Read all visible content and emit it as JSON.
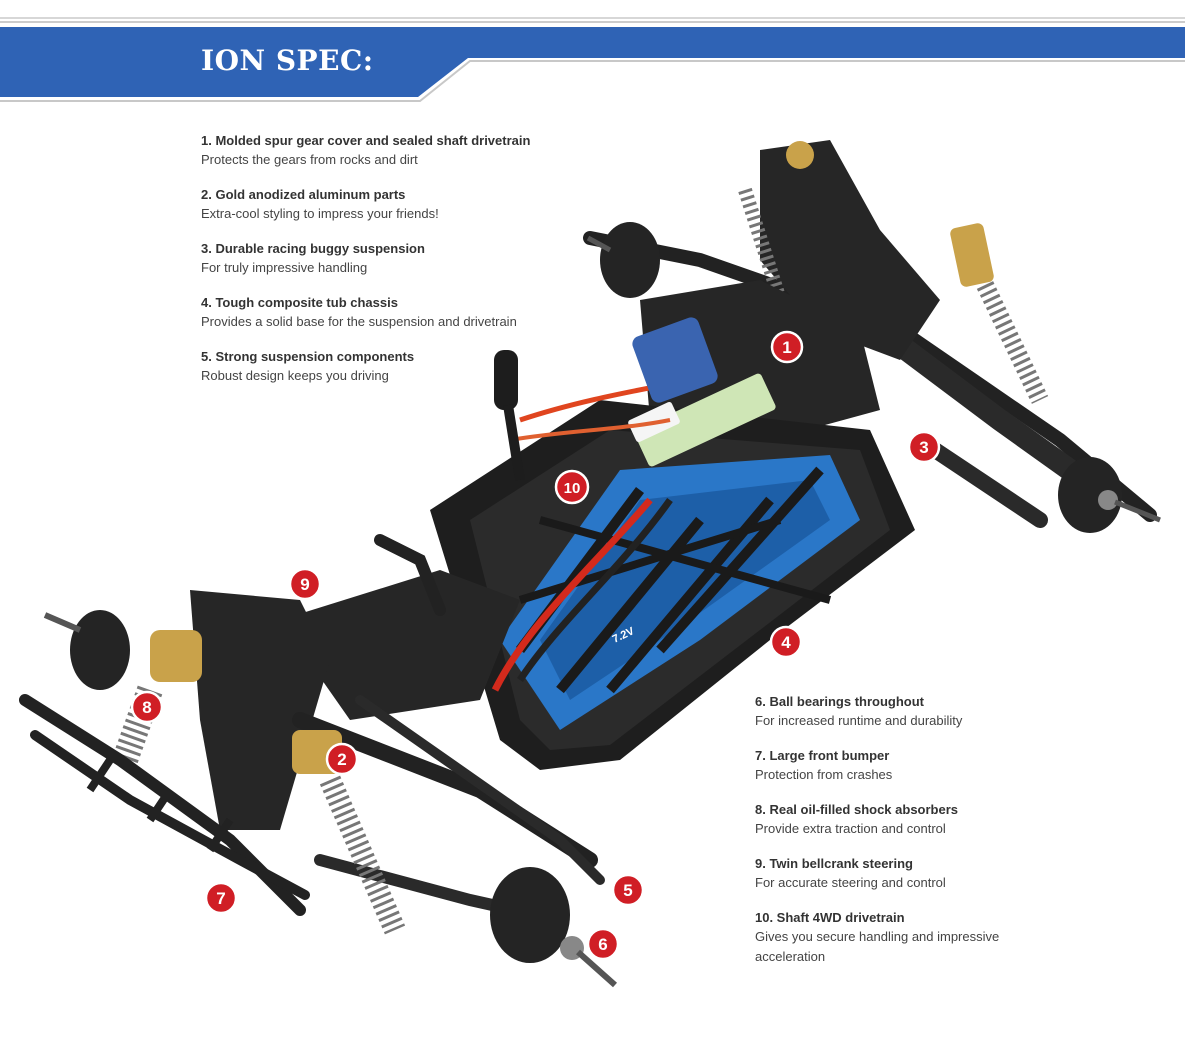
{
  "header": {
    "title": "ION SPEC:"
  },
  "colors": {
    "banner_blue": "#2f63b5",
    "callout_red": "#d01e25",
    "chassis": "#1e1e1e",
    "battery_blue": "#2a77c8",
    "gold": "#c9a24a"
  },
  "specs_left": [
    {
      "title": "1. Molded spur gear cover and sealed shaft drivetrain",
      "desc": "Protects the gears from rocks and dirt"
    },
    {
      "title": "2. Gold anodized aluminum parts",
      "desc": "Extra-cool styling to impress your friends!"
    },
    {
      "title": "3. Durable racing buggy suspension",
      "desc": "For truly impressive handling"
    },
    {
      "title": "4. Tough composite tub chassis",
      "desc": "Provides a solid base for the suspension and drivetrain"
    },
    {
      "title": "5. Strong suspension components",
      "desc": "Robust design keeps you driving"
    }
  ],
  "specs_right": [
    {
      "title": "6. Ball bearings throughout",
      "desc": "For increased runtime and durability"
    },
    {
      "title": "7. Large front bumper",
      "desc": "Protection from crashes"
    },
    {
      "title": "8. Real oil-filled shock absorbers",
      "desc": "Provide extra traction and control"
    },
    {
      "title": "9. Twin bellcrank steering",
      "desc": "For accurate steering and control"
    },
    {
      "title": "10. Shaft 4WD drivetrain",
      "desc": "Gives you secure handling and impressive acceleration"
    }
  ],
  "callouts": [
    "1",
    "2",
    "3",
    "4",
    "5",
    "6",
    "7",
    "8",
    "9",
    "10"
  ],
  "battery_label": "7.2V"
}
